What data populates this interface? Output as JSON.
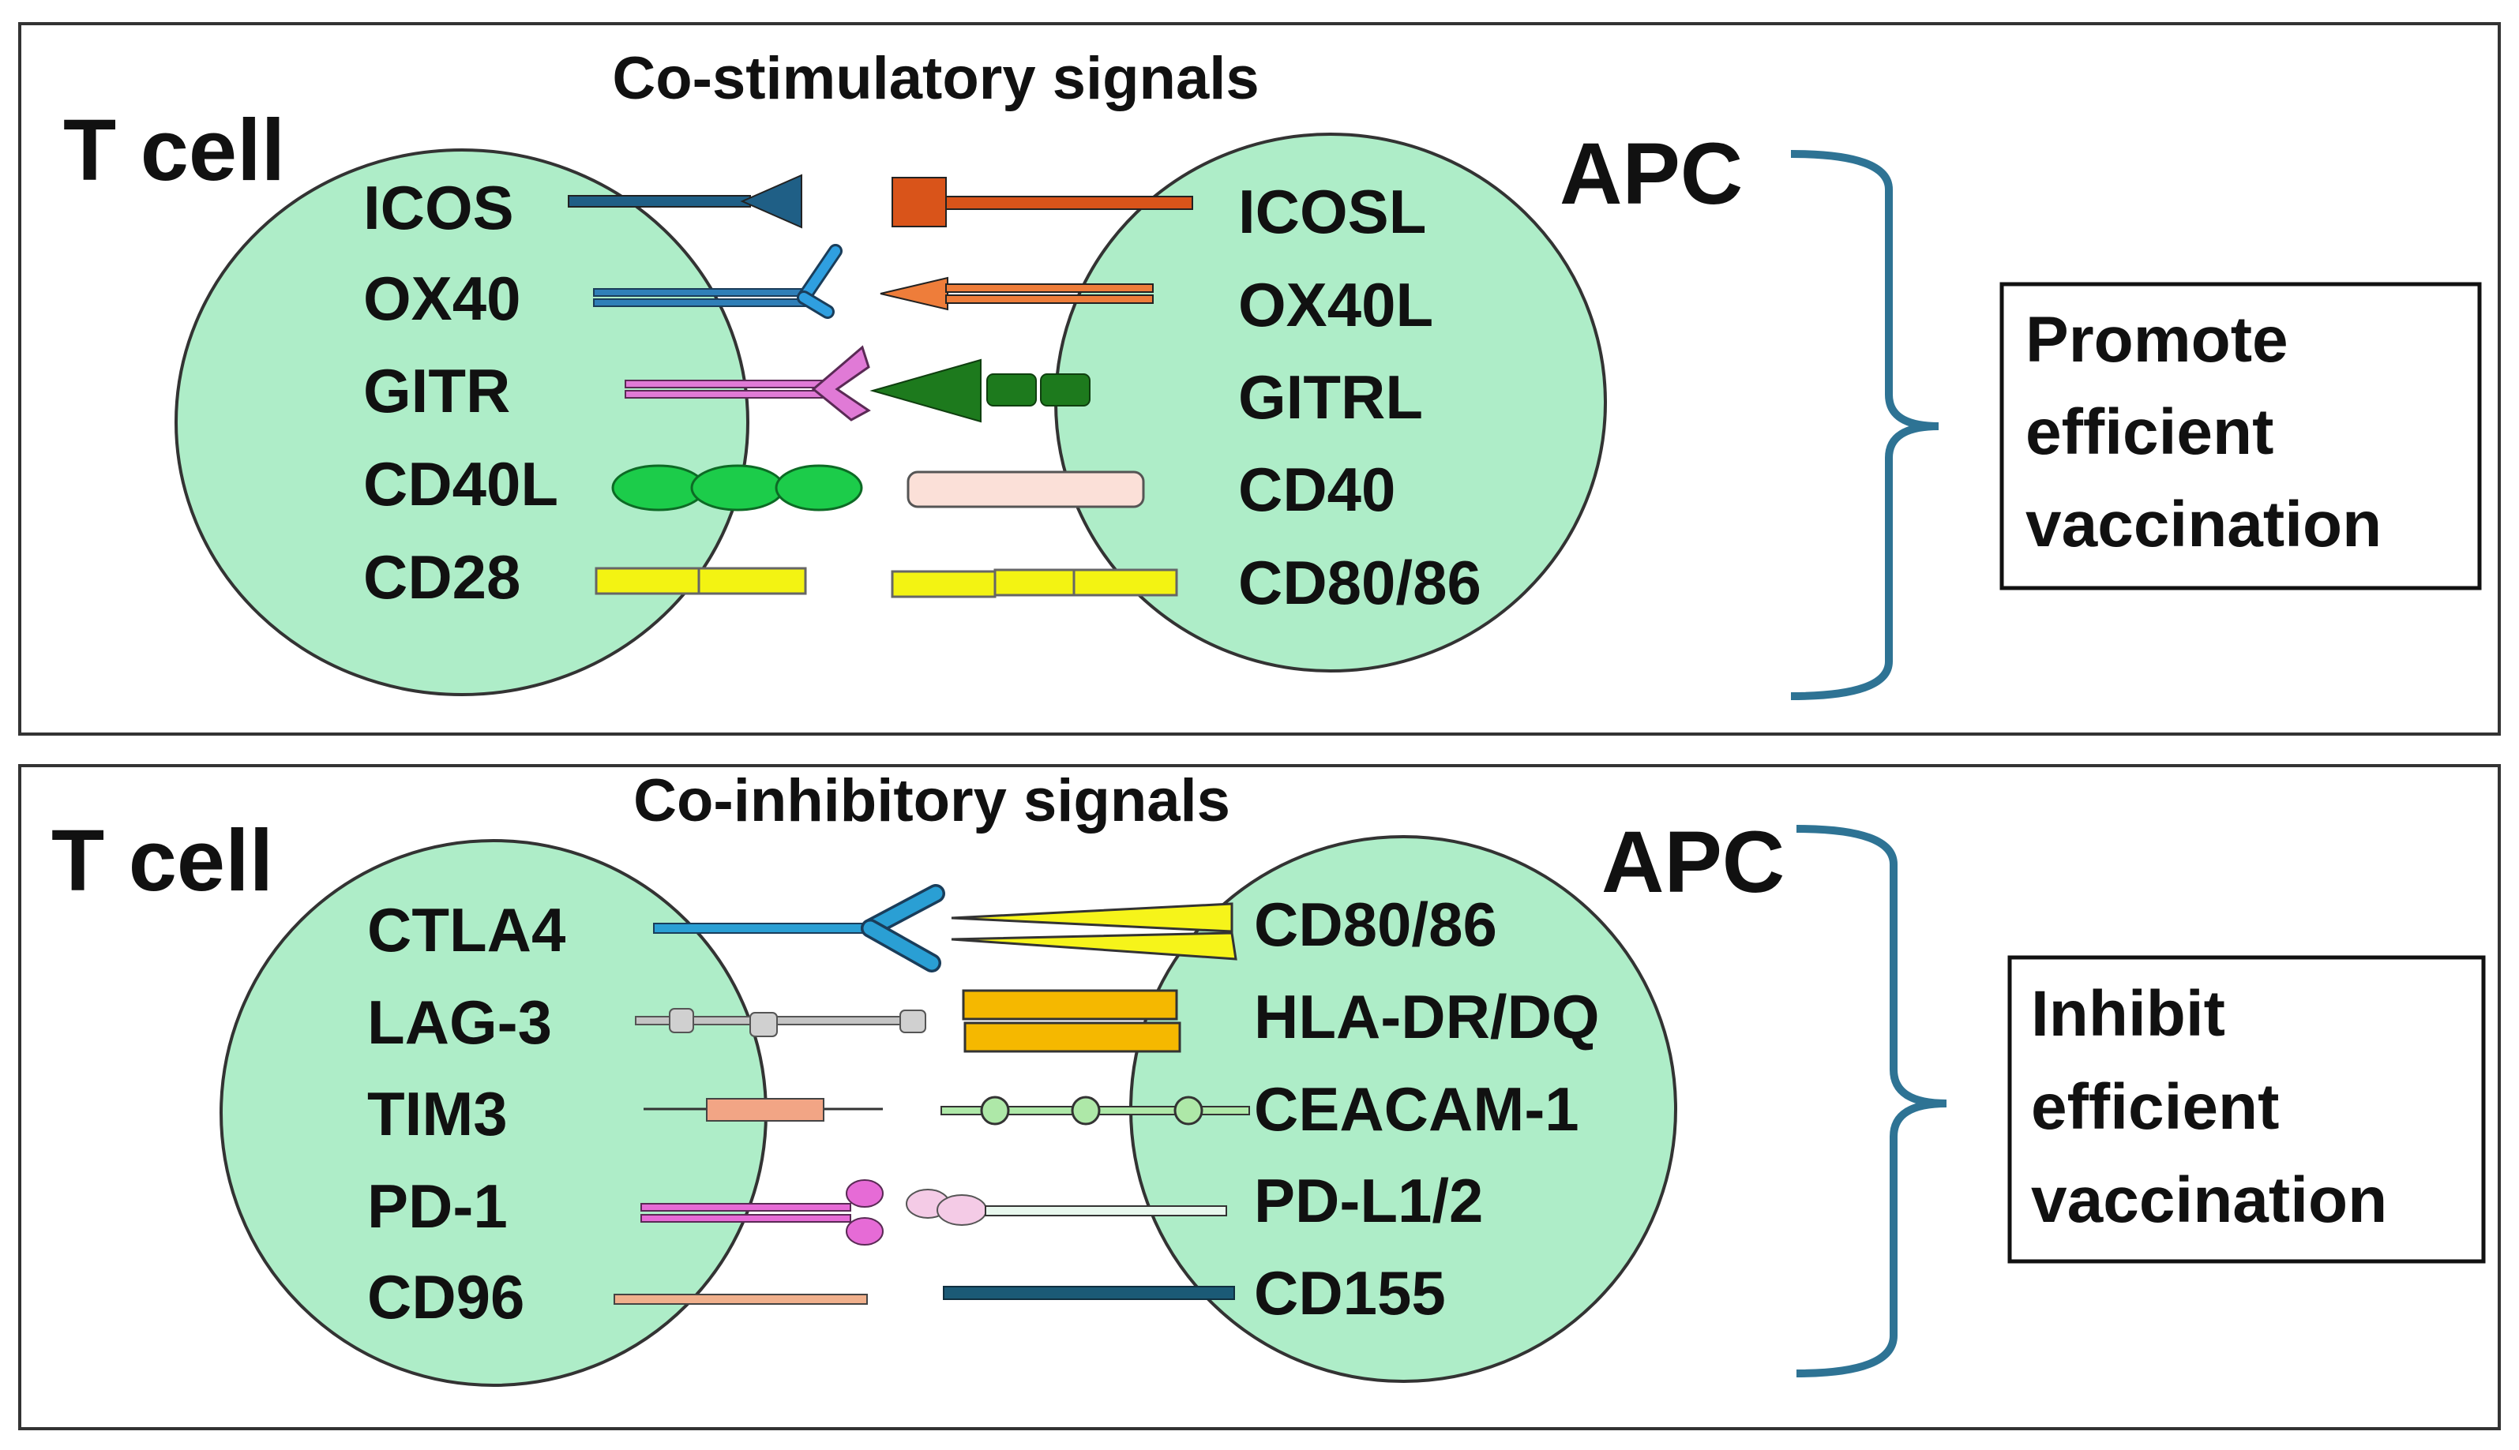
{
  "panels": [
    {
      "title": "Co-stimulatory signals",
      "t_cell_label": "T cell",
      "apc_label": "APC",
      "outcome": [
        "Promote",
        "efficient",
        "vaccination"
      ],
      "receptors": [
        "ICOS",
        "OX40",
        "GITR",
        "CD40L",
        "CD28"
      ],
      "ligands": [
        "ICOSL",
        "OX40L",
        "GITRL",
        "CD40",
        "CD80/86"
      ]
    },
    {
      "title": "Co-inhibitory signals",
      "t_cell_label": "T cell",
      "apc_label": "APC",
      "outcome": [
        "Inhibit",
        "efficient",
        "vaccination"
      ],
      "receptors": [
        "CTLA4",
        "LAG-3",
        "TIM3",
        "PD-1",
        "CD96"
      ],
      "ligands": [
        "CD80/86",
        "HLA-DR/DQ",
        "CEACAM-1",
        "PD-L1/2",
        "CD155"
      ]
    }
  ],
  "colors": {
    "cell_fill": "#aeedc8",
    "outline": "#333333",
    "bracket": "#2e7394",
    "icos": "#1f5f86",
    "icosl": "#d9541a",
    "ox40": "#2f7fb8",
    "ox40l": "#ee7d3a",
    "gitr": "#e07ad6",
    "gitrl": "#1d7a1d",
    "cd40l": "#1ccc4a",
    "cd40": "#fbe0d8",
    "cd28": "#f3f312",
    "ctla4": "#2a9fd4",
    "cd80_86_inhib": "#f6f41a",
    "lag3": "#c4c4c4",
    "hla": "#f5b800",
    "tim3": "#f2a585",
    "ceacam": "#aee8a8",
    "pd1": "#e66bd6",
    "pdl": "#f4cbe6",
    "cd96": "#f0b08c",
    "cd155": "#1b5a76"
  }
}
